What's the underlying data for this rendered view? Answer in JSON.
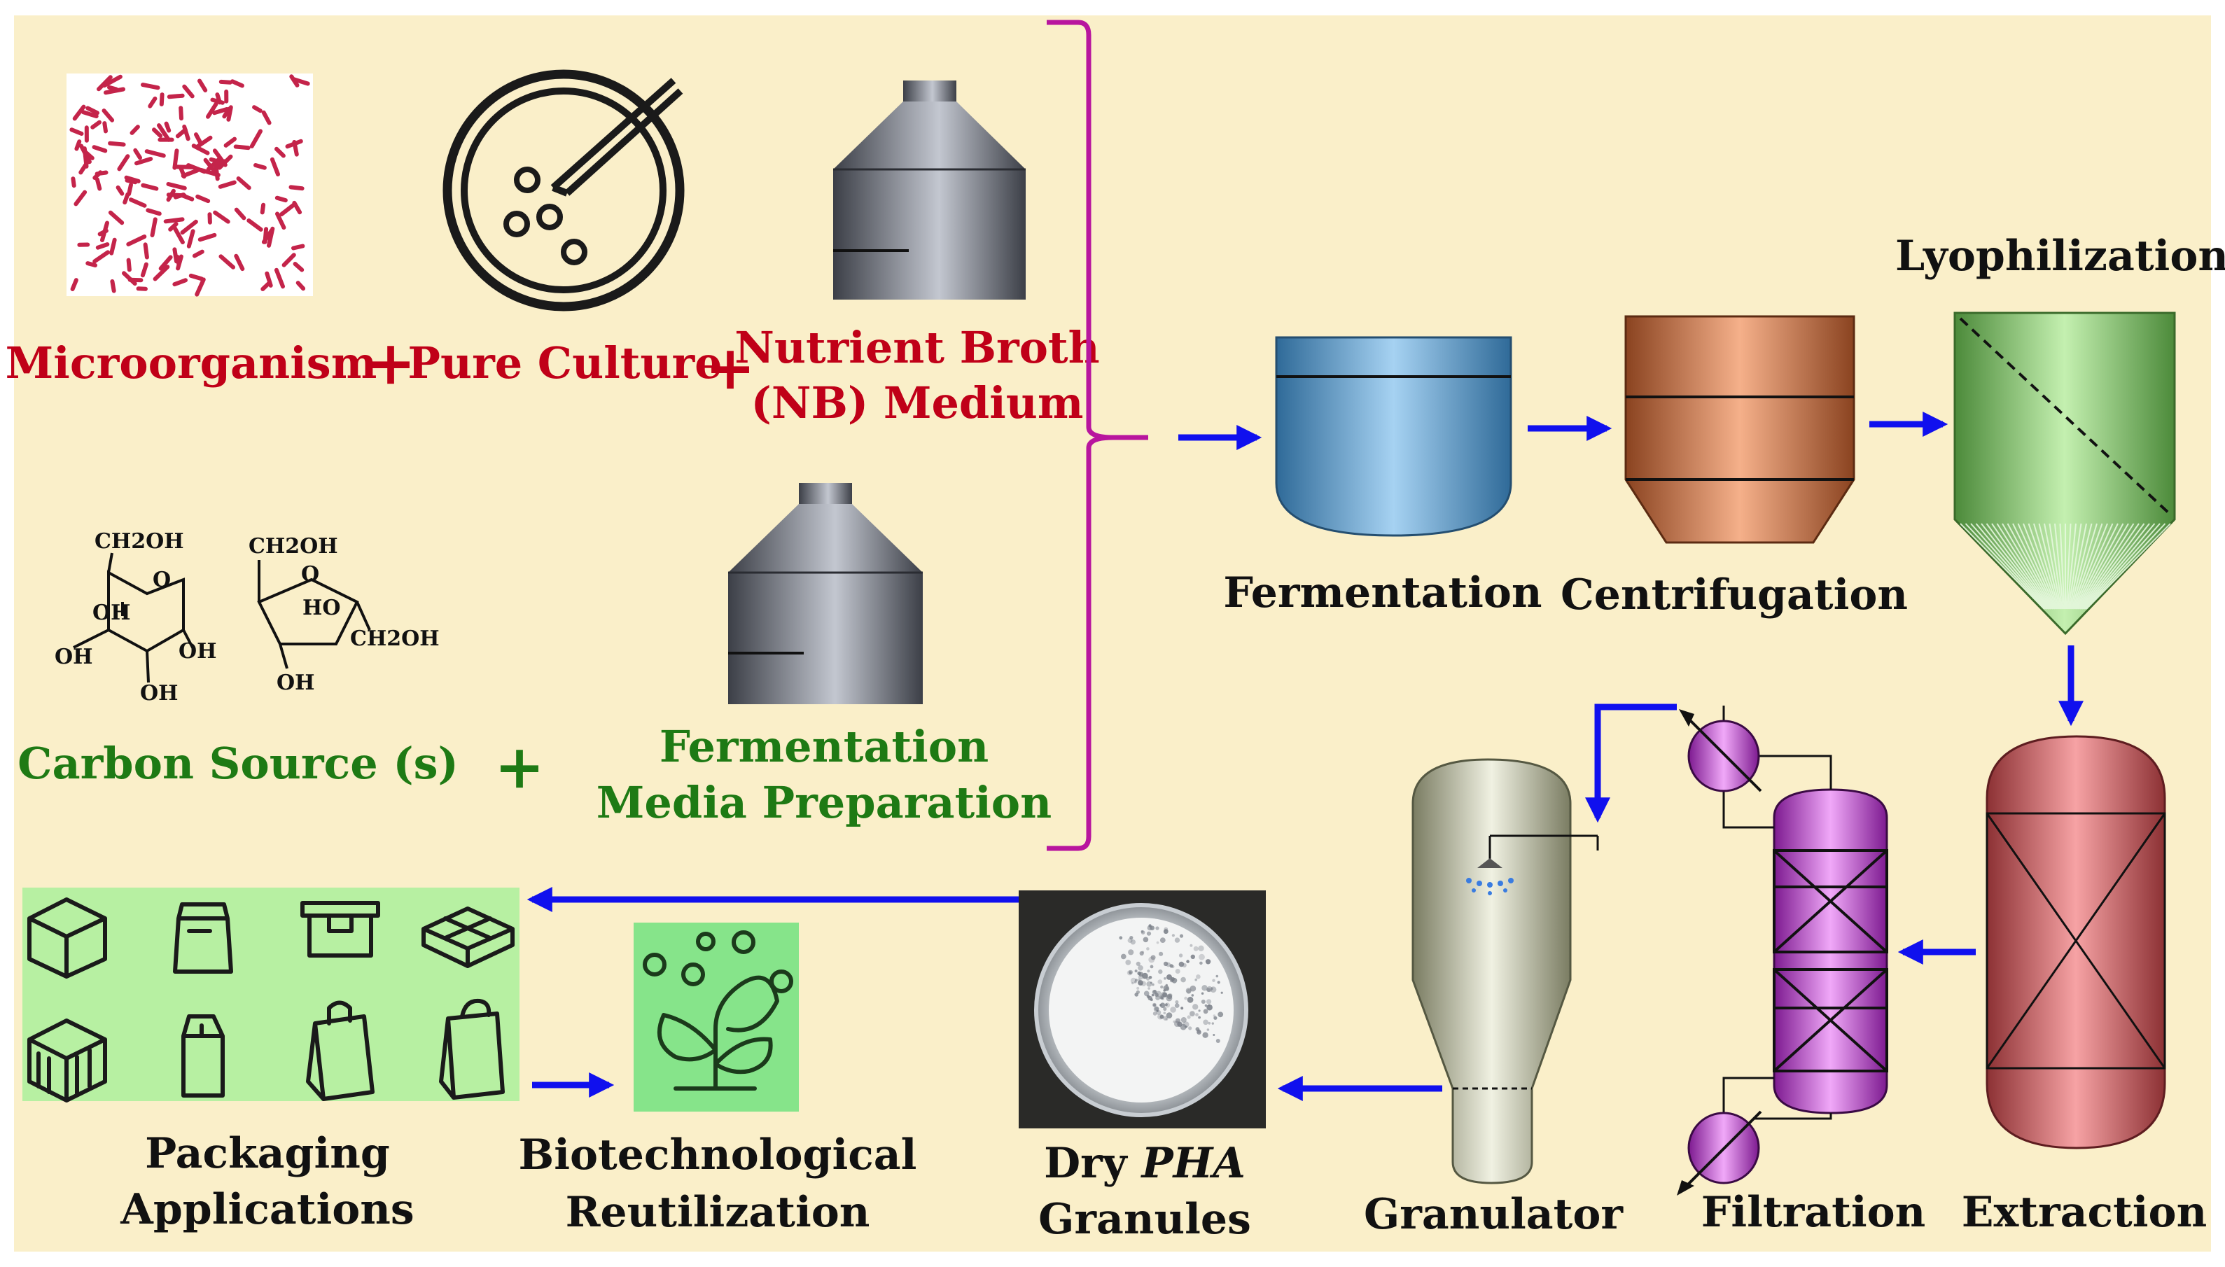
{
  "colors": {
    "background": "#faefc9",
    "red_label": "#c00018",
    "green_label": "#1e7a14",
    "black_label": "#111111",
    "arrow": "#1010ee",
    "bracket": "#b8159e",
    "fermenter": "#5ea8de",
    "centrifuge": "#e8875c",
    "lyophilizer": "#8cd07a",
    "extractor": "#e86e74",
    "filter_column": "#cc55dd",
    "granulator": "#c4c6ae",
    "packaging_panel": "#b7f0a2",
    "reutilization_panel": "#86e48a"
  },
  "inputs": {
    "microorganism": "Microorganism",
    "pure_culture": "Pure Culture",
    "nutrient_broth_line1": "Nutrient Broth",
    "nutrient_broth_line2": "(NB) Medium",
    "carbon_source": "Carbon Source (s)",
    "media_prep_line1": "Fermentation",
    "media_prep_line2": "Media Preparation",
    "plus": "+"
  },
  "molecules": {
    "glucose": {
      "ch2oh": "CH2OH",
      "ring_o": "O",
      "oh_inner": "OH",
      "oh_left": "OH",
      "oh_right": "OH",
      "oh_bottom": "OH"
    },
    "fructose": {
      "ch2oh_top": "CH2OH",
      "ring_o": "O",
      "ho": "HO",
      "ch2oh_right": "CH2OH",
      "oh_bottom": "OH"
    }
  },
  "process": {
    "fermentation": "Fermentation",
    "centrifugation": "Centrifugation",
    "lyophilization": "Lyophilization",
    "extraction": "Extraction",
    "filtration": "Filtration",
    "granulator": "Granulator",
    "dry_pha_prefix": "Dry ",
    "dry_pha_italic": "PHA",
    "dry_pha_line2": "Granules",
    "reutilization_line1": "Biotechnological",
    "reutilization_line2": "Reutilization",
    "packaging_line1": "Packaging",
    "packaging_line2": "Applications"
  },
  "icons": {
    "bacteria": "bacteria-micrograph-icon",
    "petri": "petri-dish-loop-icon",
    "plant": "seedling-icon",
    "packaging": [
      "box-icon",
      "pouch-icon",
      "tray-icon",
      "bundle-icon",
      "crate-icon",
      "carton-icon",
      "paper-bag-icon",
      "shopping-bag-icon"
    ]
  }
}
